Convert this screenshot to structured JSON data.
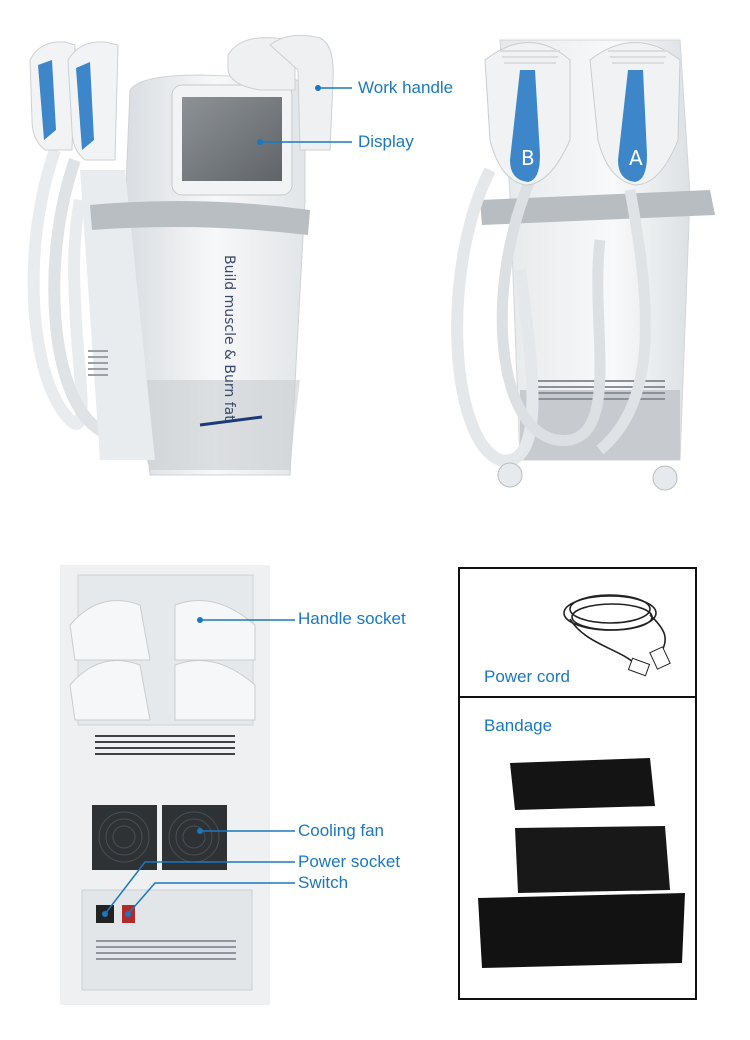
{
  "front_view": {
    "machine_text": "Build muscle & Burn fat",
    "callouts": {
      "work_handle": "Work handle",
      "display": "Display"
    }
  },
  "back_view": {
    "handle_letters": [
      "B",
      "A"
    ]
  },
  "rear_panel": {
    "callouts": {
      "handle_socket": "Handle socket",
      "cooling_fan": "Cooling fan",
      "power_socket": "Power socket",
      "switch": "Switch"
    }
  },
  "accessories": {
    "power_cord": "Power cord",
    "bandage": "Bandage"
  },
  "colors": {
    "callout_blue": "#1a78c2",
    "handle_blue": "#3d86c9"
  }
}
